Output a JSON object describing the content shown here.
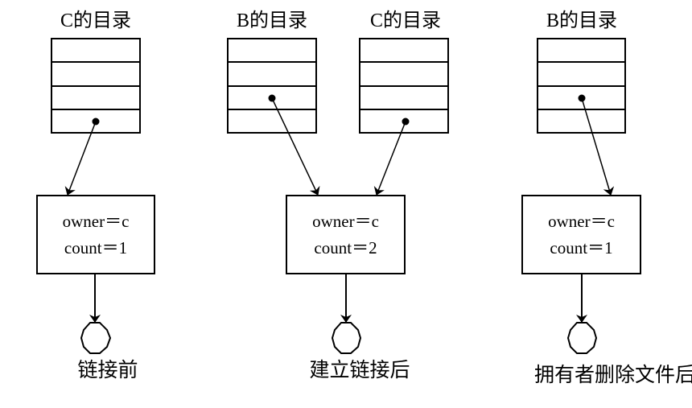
{
  "diagram": {
    "topic": "File sharing via hard link (index node with owner and link count)",
    "panels": [
      {
        "id": "before-link",
        "caption": "链接前",
        "directories": [
          {
            "label": "C的目录",
            "rows": 4,
            "pointer_row": 4
          }
        ],
        "inode": {
          "owner_line": "owner＝c",
          "count_line": "count＝1",
          "owner": "c",
          "count": 1
        }
      },
      {
        "id": "after-link",
        "caption": "建立链接后",
        "directories": [
          {
            "label": "B的目录",
            "rows": 4,
            "pointer_row": 3
          },
          {
            "label": "C的目录",
            "rows": 4,
            "pointer_row": 4
          }
        ],
        "inode": {
          "owner_line": "owner＝c",
          "count_line": "count＝2",
          "owner": "c",
          "count": 2
        }
      },
      {
        "id": "after-owner-delete",
        "caption": "拥有者删除文件后",
        "directories": [
          {
            "label": "B的目录",
            "rows": 4,
            "pointer_row": 3
          }
        ],
        "inode": {
          "owner_line": "owner＝c",
          "count_line": "count＝1",
          "owner": "c",
          "count": 1
        }
      }
    ]
  }
}
